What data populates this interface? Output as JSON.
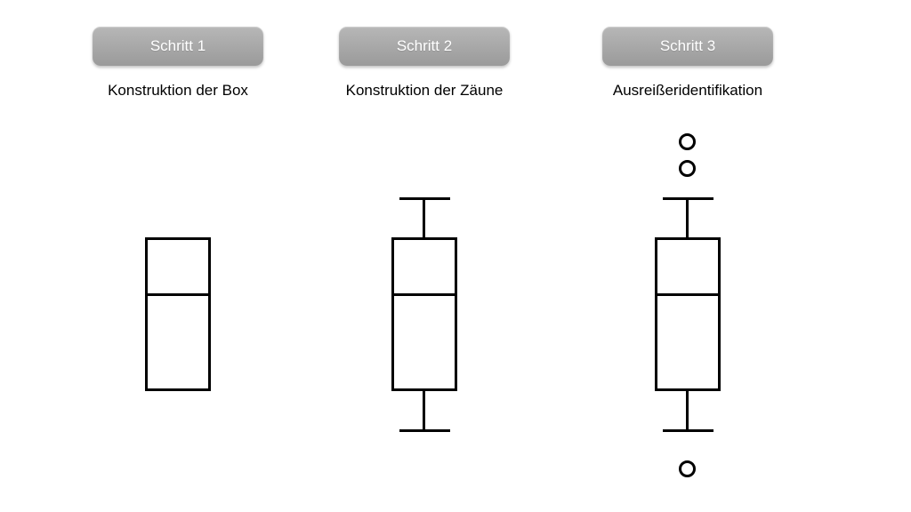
{
  "colors": {
    "background": "#ffffff",
    "button_gradient_top": "#b7b7b7",
    "button_gradient_bottom": "#9a9a9a",
    "button_text": "#ffffff",
    "caption_text": "#000000",
    "line": "#000000"
  },
  "steps": [
    {
      "button_label": "Schritt 1",
      "caption": "Konstruktion der Box",
      "plot": {
        "type": "boxplot-schematic",
        "box": true,
        "median": true,
        "whiskers": false,
        "outliers_above": 0,
        "outliers_below": 0
      }
    },
    {
      "button_label": "Schritt 2",
      "caption": "Konstruktion der Zäune",
      "plot": {
        "type": "boxplot-schematic",
        "box": true,
        "median": true,
        "whiskers": true,
        "outliers_above": 0,
        "outliers_below": 0
      }
    },
    {
      "button_label": "Schritt 3",
      "caption": "Ausreißeridentifikation",
      "plot": {
        "type": "boxplot-schematic",
        "box": true,
        "median": true,
        "whiskers": true,
        "outliers_above": 2,
        "outliers_below": 1
      }
    }
  ]
}
